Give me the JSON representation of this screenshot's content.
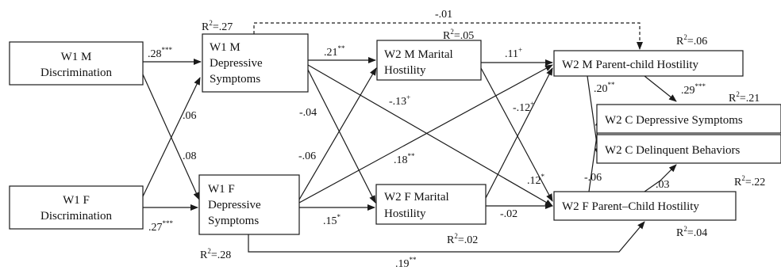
{
  "nodes": {
    "w1m_disc": [
      "W1 M",
      "Discrimination"
    ],
    "w1f_disc": [
      "W1 F",
      "Discrimination"
    ],
    "w1m_dep": [
      "W1 M",
      "Depressive",
      "Symptoms"
    ],
    "w1f_dep": [
      "W1 F",
      "Depressive",
      "Symptoms"
    ],
    "w2m_mar": [
      "W2 M Marital",
      "Hostility"
    ],
    "w2f_mar": [
      "W2 F Marital",
      "Hostility"
    ],
    "w2m_pch": [
      "W2 M Parent-child Hostility"
    ],
    "w2f_pch": [
      "W2 F Parent–Child Hostility"
    ],
    "w2c_dep": [
      "W2 C Depressive Symptoms"
    ],
    "w2c_del": [
      "W2 C Delinquent Behaviors"
    ]
  },
  "r2": {
    "w1m_dep": {
      "base": "R",
      "exp": "2",
      "val": "=.27"
    },
    "w2m_mar": {
      "base": "R",
      "exp": "2",
      "val": "=.05"
    },
    "w2m_pch": {
      "base": "R",
      "exp": "2",
      "val": "=.06"
    },
    "w2c_dep": {
      "base": "R",
      "exp": "2",
      "val": "=.21"
    },
    "w2c_del": {
      "base": "R",
      "exp": "2",
      "val": "=.22"
    },
    "w2f_pch": {
      "base": "R",
      "exp": "2",
      "val": "=.04"
    },
    "w2f_mar": {
      "base": "R",
      "exp": "2",
      "val": "=.02"
    },
    "w1f_dep": {
      "base": "R",
      "exp": "2",
      "val": "=.28"
    }
  },
  "paths": {
    "p1": {
      "val": ".28",
      "sig": "***"
    },
    "p2": {
      "val": ".06",
      "sig": ""
    },
    "p3": {
      "val": ".08",
      "sig": ""
    },
    "p4": {
      "val": ".27",
      "sig": "***"
    },
    "p5": {
      "val": ".21",
      "sig": "**"
    },
    "p6": {
      "val": "-.04",
      "sig": ""
    },
    "p7": {
      "val": "-.13",
      "sig": "+"
    },
    "p8": {
      "val": "-.06",
      "sig": ""
    },
    "p9": {
      "val": ".18",
      "sig": "**"
    },
    "p10": {
      "val": ".15",
      "sig": "*"
    },
    "p11": {
      "val": ".11",
      "sig": "+"
    },
    "p12": {
      "val": "-.12",
      "sig": "+"
    },
    "p13": {
      "val": ".12",
      "sig": "*"
    },
    "p14": {
      "val": "-.02",
      "sig": ""
    },
    "p15": {
      "val": "-.01",
      "sig": ""
    },
    "p16": {
      "val": ".20",
      "sig": "**"
    },
    "p17": {
      "val": ".29",
      "sig": "***"
    },
    "p18": {
      "val": "-.06",
      "sig": ""
    },
    "p19": {
      "val": ".03",
      "sig": ""
    },
    "p20": {
      "val": ".19",
      "sig": "**"
    }
  }
}
